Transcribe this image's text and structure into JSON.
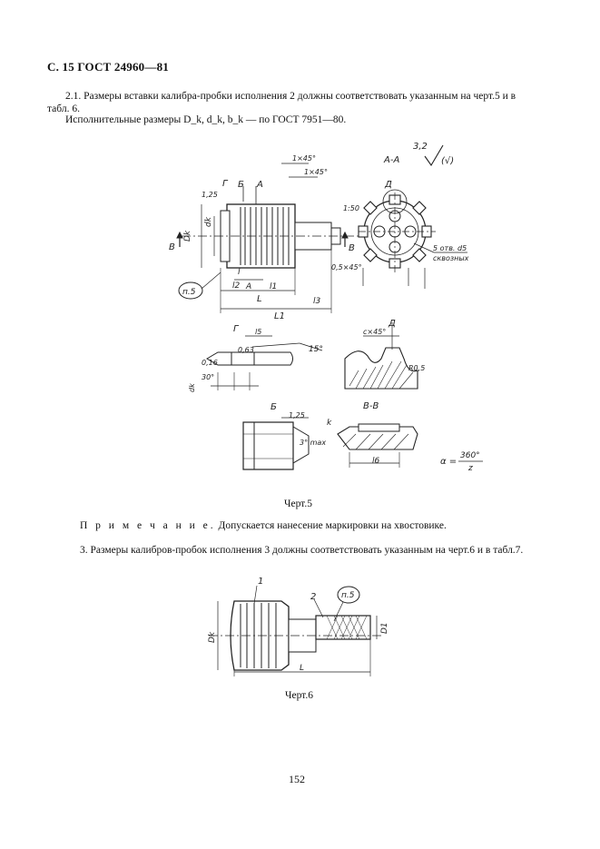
{
  "header": {
    "title": "С. 15 ГОСТ 24960—81"
  },
  "paragraphs": {
    "p1_line1": "2.1. Размеры вставки калибра-пробки исполнения 2 должны соответствовать указанным на черт.5 и в",
    "p1_line2": "табл. 6.",
    "p2": "Исполнительные размеры D_k, d_k, b_k — по ГОСТ 7951—80."
  },
  "figure5": {
    "caption": "Черт.5",
    "labels": {
      "section_aa": "А-А",
      "roughness": "3,2",
      "roughness_paren": "(√)",
      "view_g": "Г",
      "view_b": "Б",
      "view_a": "А",
      "view_d": "Д",
      "view_v": "В",
      "section_vv": "В-В",
      "chamfer1": "1×45°",
      "chamfer2": "1×45°",
      "chamfer3": "с×45°",
      "chamfer4": "0,5×45°",
      "taper": "1:50",
      "holes": "5 отв. d5",
      "holes2": "сквозных",
      "note_ref": "п.5",
      "dim_L": "L",
      "dim_L1": "L1",
      "dim_l": "l",
      "dim_l1": "l1",
      "dim_l2": "l2",
      "dim_l3": "l3",
      "dim_l5": "l5",
      "dim_l6": "l6",
      "dim_Dk": "Dk",
      "dim_dk": "dk",
      "angle15": "15°",
      "angle30": "30°",
      "angle3": "3° max",
      "r05": "R0,5",
      "k": "k",
      "rough_125": "1,25",
      "rough_063": "0,63",
      "rough_016": "0,16",
      "formula_alpha": "α =",
      "formula_num": "360°",
      "formula_den": "z"
    }
  },
  "note": {
    "prefix": "П р и м е ч а н и е.",
    "text": " Допускается нанесение маркировки на хвостовике."
  },
  "paragraph3": "3. Размеры калибров-пробок исполнения 3 должны соответствовать указанным на черт.6 и в табл.7.",
  "figure6": {
    "caption": "Черт.6",
    "labels": {
      "item1": "1",
      "item2": "2",
      "note_ref": "п.5",
      "dim_Dk": "Dk",
      "dim_D1": "D1",
      "dim_L": "L"
    }
  },
  "page_number": "152"
}
